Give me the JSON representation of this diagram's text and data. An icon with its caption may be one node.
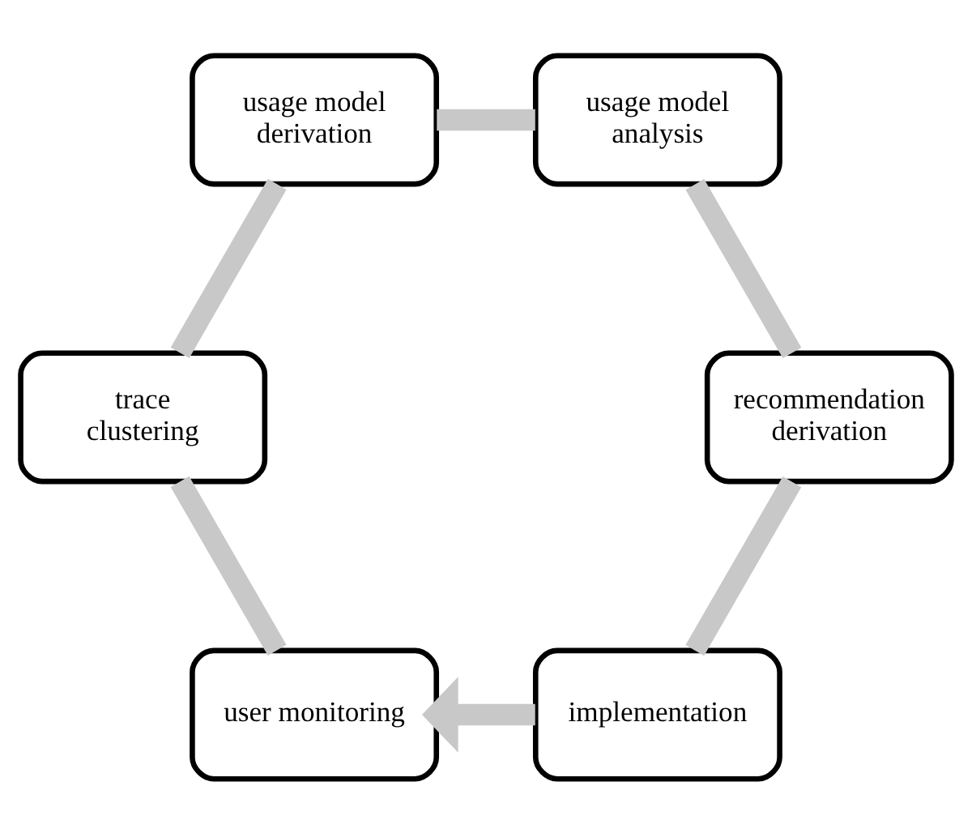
{
  "diagram": {
    "nodes": [
      {
        "text": [
          "user monitoring"
        ]
      },
      {
        "text": [
          "trace clustering"
        ]
      },
      {
        "text": [
          "usage model derivation"
        ]
      },
      {
        "text": [
          "usage model analysis"
        ]
      },
      {
        "text": [
          "recommendation derivation"
        ]
      },
      {
        "text": [
          "implementation"
        ]
      }
    ],
    "edges": [
      {
        "from": 0,
        "to": 1,
        "arrow": "none"
      },
      {
        "from": 1,
        "to": 2,
        "arrow": "none"
      },
      {
        "from": 2,
        "to": 3,
        "arrow": "none"
      },
      {
        "from": 3,
        "to": 4,
        "arrow": "none"
      },
      {
        "from": 4,
        "to": 5,
        "arrow": "none"
      },
      {
        "from": 5,
        "to": 0,
        "arrow": "to"
      }
    ]
  }
}
